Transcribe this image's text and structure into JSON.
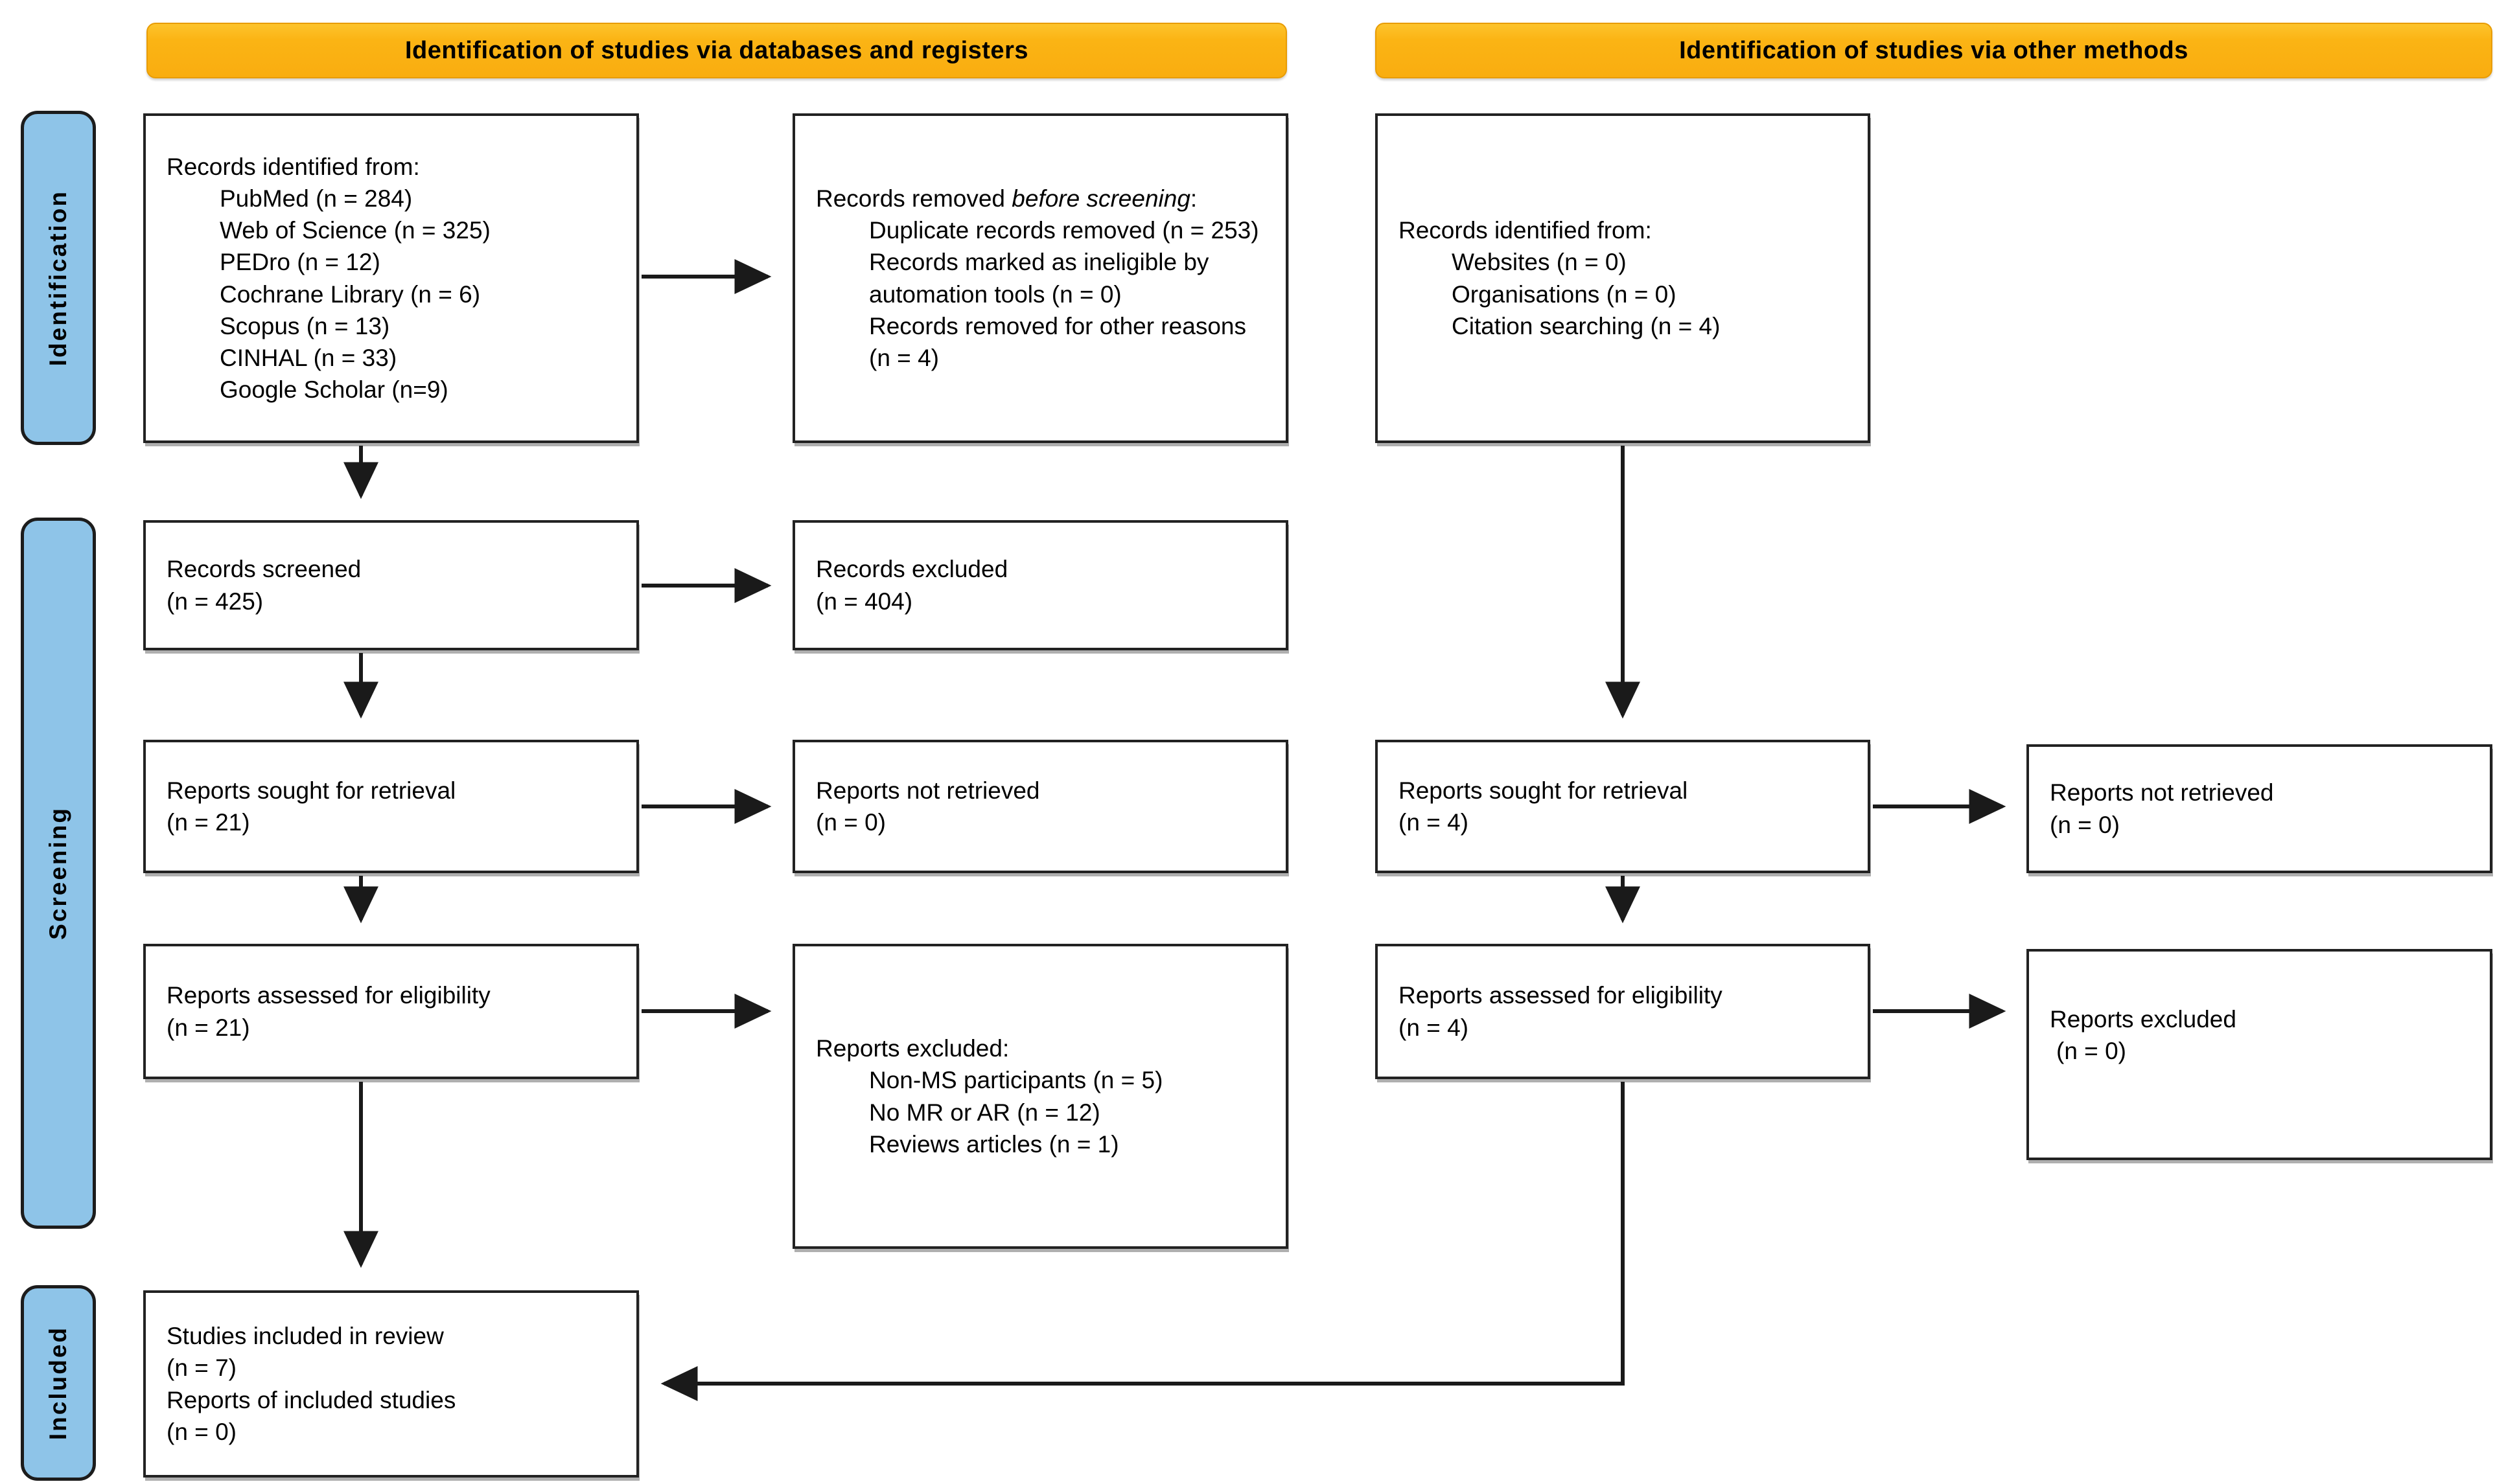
{
  "banners": {
    "databases": "Identification of studies via databases and registers",
    "other_methods": "Identification of studies via other methods"
  },
  "stages": {
    "identification": "Identification",
    "screening": "Screening",
    "included": "Included"
  },
  "colors": {
    "banner_orange": "#FBB414",
    "rail_blue": "#8EC4E8",
    "box_border": "#222222",
    "arrow_black": "#1A1A1A"
  },
  "boxes": {
    "records_identified_db": {
      "title": "Records identified from:",
      "items": [
        "PubMed (n = 284)",
        "Web of Science (n = 325)",
        "PEDro (n = 12)",
        "Cochrane Library (n = 6)",
        "Scopus (n = 13)",
        "CINHAL (n = 33)",
        "Google Scholar (n=9)"
      ]
    },
    "records_removed": {
      "title_parts": [
        "Records removed ",
        "before screening",
        ":"
      ],
      "items": [
        "Duplicate records removed (n = 253)",
        "Records marked as ineligible by automation tools (n = 0)",
        "Records removed for other reasons (n = 4)"
      ]
    },
    "records_identified_other": {
      "title": "Records identified from:",
      "items": [
        "Websites (n = 0)",
        "Organisations (n = 0)",
        "Citation searching (n = 4)"
      ]
    },
    "records_screened": {
      "line1": "Records screened",
      "line2": "(n = 425)"
    },
    "records_excluded": {
      "line1": "Records excluded",
      "line2": "(n = 404)"
    },
    "reports_sought_db": {
      "line1": "Reports sought for retrieval",
      "line2": "(n = 21)"
    },
    "reports_not_retrieved_db": {
      "line1": "Reports not retrieved",
      "line2": "(n = 0)"
    },
    "reports_sought_other": {
      "line1": "Reports sought for retrieval",
      "line2": "(n = 4)"
    },
    "reports_not_retrieved_other": {
      "line1": "Reports not retrieved",
      "line2": "(n = 0)"
    },
    "reports_assessed_db": {
      "line1": "Reports assessed for eligibility",
      "line2": "(n = 21)"
    },
    "reports_excluded_db": {
      "title": "Reports excluded:",
      "items": [
        "Non-MS participants (n = 5)",
        "No MR or AR (n = 12)",
        "Reviews articles (n = 1)"
      ]
    },
    "reports_assessed_other": {
      "line1": "Reports assessed for eligibility",
      "line2": "(n = 4)"
    },
    "reports_excluded_other": {
      "line1": "Reports excluded",
      "line2": "(n = 0)"
    },
    "studies_included": {
      "line1": "Studies included in review",
      "line2": "(n = 7)",
      "line3": "Reports of included studies",
      "line4": "(n = 0)"
    }
  }
}
